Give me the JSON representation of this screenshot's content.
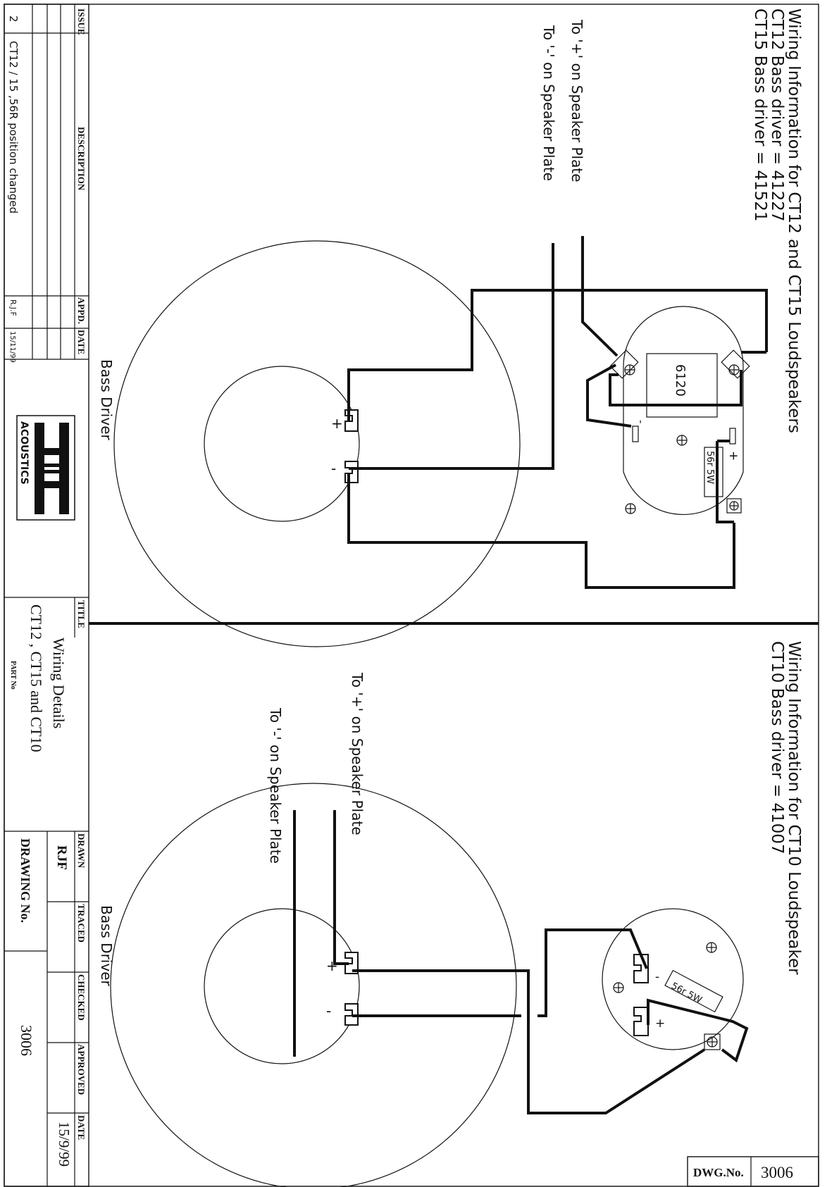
{
  "drawing": {
    "top_title_lines": [
      "Wiring Information for CT12 and CT15 Loudspeakers",
      "CT12 Bass driver = 41227",
      "CT15 Bass driver = 41521"
    ],
    "bottom_title_lines": [
      "Wiring Information for CT10 Loudspeaker",
      "CT10 Bass driver = 41007"
    ],
    "plus_label": "To '+' on Speaker Plate",
    "minus_label": "To '-' on Speaker Plate",
    "bass_driver_label": "Bass Driver",
    "terminal_plus": "+",
    "terminal_minus": "-",
    "crossover_part": "6120",
    "resistor_label": "56r 5W"
  },
  "title_block": {
    "issue_header": "ISSUE",
    "description_header": "DESCRIPTION",
    "appd_header": "APPD.",
    "date_header": "DATE",
    "issues": [
      {
        "issue": "2",
        "description": "CT12 / 15 ,56R position changed",
        "appd": "R.J.F",
        "date": "15/11/99"
      }
    ],
    "logo_text": "ACOUSTICS",
    "title_header": "TITLE",
    "title_line1": "Wiring Details",
    "title_line2": "CT12 , CT15 and CT10",
    "part_no_label": "PART No",
    "drawing_no_label": "DRAWING No.",
    "drawing_no": "3006",
    "drawn_header": "DRAWN",
    "drawn_by": "RJF",
    "traced_header": "TRACED",
    "checked_header": "CHECKED",
    "approved_header": "APPROVED",
    "date_col_header": "DATE",
    "date": "15/9/99",
    "dwg_no_label": "DWG.No.",
    "dwg_no": "3006"
  }
}
